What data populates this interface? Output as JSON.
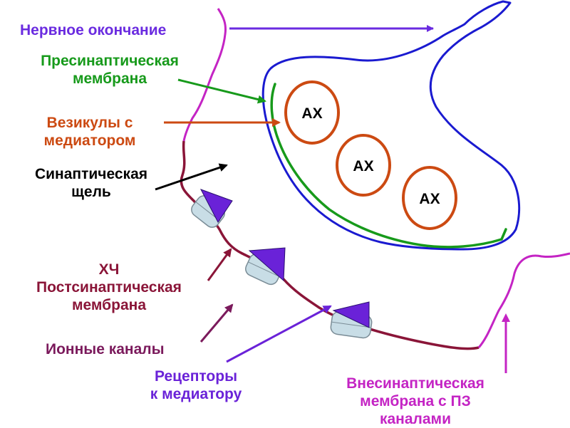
{
  "colors": {
    "nerve_ending": "#6a2be0",
    "presynaptic": "#179a1b",
    "vesicles": "#cc4a12",
    "cleft": "#000000",
    "postsynaptic": "#8a1538",
    "ion_channels": "#7b1a5c",
    "receptors": "#6a22d8",
    "extrasynaptic": "#c424c4",
    "outline": "#1a1ad0",
    "channel_fill": "#c8dde6",
    "channel_stroke": "#7a8c96"
  },
  "labels": {
    "nerve_ending": "Нервное окончание",
    "presynaptic_line1": "Пресинаптическая",
    "presynaptic_line2": "мембрана",
    "vesicles_line1": "Везикулы с",
    "vesicles_line2": "медиатором",
    "cleft_line1": "Синаптическая",
    "cleft_line2": "щель",
    "xch": "ХЧ",
    "postsynaptic_line1": "Постсинаптическая",
    "postsynaptic_line2": "мембрана",
    "ion_channels": "Ионные каналы",
    "receptors_line1": "Рецепторы",
    "receptors_line2": "к медиатору",
    "extrasynaptic_line1": "Внесинаптическая",
    "extrasynaptic_line2": "мембрана с ПЗ",
    "extrasynaptic_line3": "каналами"
  },
  "vesicles": [
    {
      "label": "АХ"
    },
    {
      "label": "АХ"
    },
    {
      "label": "АХ"
    }
  ]
}
